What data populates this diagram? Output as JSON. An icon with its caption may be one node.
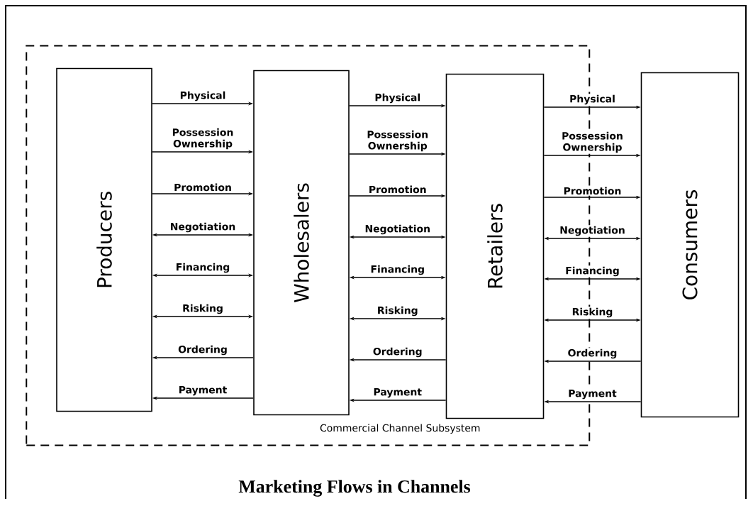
{
  "diagram": {
    "title": "Marketing Flows in Channels",
    "nodes": [
      {
        "text": [
          "Commercial Channel Subsystem"
        ]
      },
      {
        "text": [
          "Producers"
        ],
        "in": 0
      },
      {
        "text": [
          "Wholesalers"
        ],
        "in": 0
      },
      {
        "text": [
          "Retailers"
        ],
        "in": 0
      },
      {
        "text": [
          "Consumers"
        ]
      }
    ],
    "edges": [
      {
        "from": 1,
        "to": 2,
        "arrow": "to",
        "label": "Physical"
      },
      {
        "from": 1,
        "to": 2,
        "arrow": "to",
        "label": "Possession Ownership"
      },
      {
        "from": 1,
        "to": 2,
        "arrow": "to",
        "label": "Promotion"
      },
      {
        "from": 1,
        "to": 2,
        "arrow": "both",
        "label": "Negotiation"
      },
      {
        "from": 1,
        "to": 2,
        "arrow": "both",
        "label": "Financing"
      },
      {
        "from": 1,
        "to": 2,
        "arrow": "both",
        "label": "Risking"
      },
      {
        "from": 2,
        "to": 1,
        "arrow": "to",
        "label": "Ordering"
      },
      {
        "from": 2,
        "to": 1,
        "arrow": "to",
        "label": "Payment"
      },
      {
        "from": 2,
        "to": 3,
        "arrow": "to",
        "label": "Physical"
      },
      {
        "from": 2,
        "to": 3,
        "arrow": "to",
        "label": "Possession Ownership"
      },
      {
        "from": 2,
        "to": 3,
        "arrow": "to",
        "label": "Promotion"
      },
      {
        "from": 2,
        "to": 3,
        "arrow": "both",
        "label": "Negotiation"
      },
      {
        "from": 2,
        "to": 3,
        "arrow": "both",
        "label": "Financing"
      },
      {
        "from": 2,
        "to": 3,
        "arrow": "both",
        "label": "Risking"
      },
      {
        "from": 3,
        "to": 2,
        "arrow": "to",
        "label": "Ordering"
      },
      {
        "from": 3,
        "to": 2,
        "arrow": "to",
        "label": "Payment"
      },
      {
        "from": 3,
        "to": 4,
        "arrow": "to",
        "label": "Physical"
      },
      {
        "from": 3,
        "to": 4,
        "arrow": "to",
        "label": "Possession Ownership"
      },
      {
        "from": 3,
        "to": 4,
        "arrow": "to",
        "label": "Promotion"
      },
      {
        "from": 3,
        "to": 4,
        "arrow": "both",
        "label": "Negotiation"
      },
      {
        "from": 3,
        "to": 4,
        "arrow": "both",
        "label": "Financing"
      },
      {
        "from": 3,
        "to": 4,
        "arrow": "both",
        "label": "Risking"
      },
      {
        "from": 4,
        "to": 3,
        "arrow": "to",
        "label": "Ordering"
      },
      {
        "from": 4,
        "to": 3,
        "arrow": "to",
        "label": "Payment"
      }
    ]
  }
}
